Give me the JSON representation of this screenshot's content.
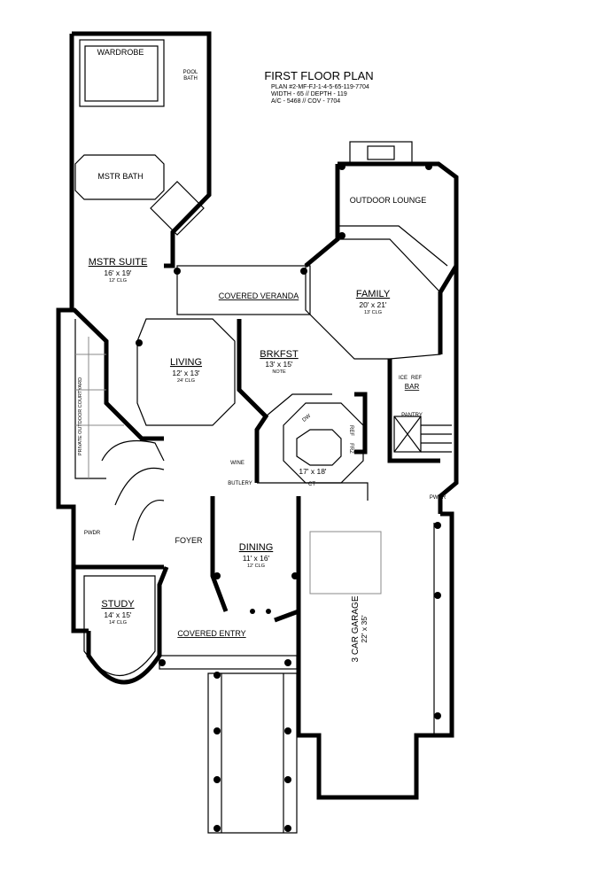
{
  "title": {
    "heading": "FIRST FLOOR PLAN",
    "plan": "PLAN #2-MF-FJ-1-4-5-65-119-7704",
    "size": "WIDTH - 65 // DEPTH - 119",
    "area": "A/C - 5468 // COV - 7704"
  },
  "rooms": {
    "wardrobe": "WARDROBE",
    "pool_bath": "POOL",
    "pool_bath2": "BATH",
    "mstr_bath": "MSTR BATH",
    "outdoor_lounge": "OUTDOOR LOUNGE",
    "mstr_suite": {
      "name": "MSTR SUITE",
      "dim": "16' x 19'",
      "clg": "12' CLG"
    },
    "covered_veranda": "COVERED VERANDA",
    "family": {
      "name": "FAMILY",
      "dim": "20' x 21'",
      "clg": "13' CLG"
    },
    "living": {
      "name": "LIVING",
      "dim": "12' x 13'",
      "clg": "24' CLG"
    },
    "brkfst": {
      "name": "BRKFST",
      "dim": "13' x 15'",
      "clg": "NOTE"
    },
    "bar": {
      "name": "BAR",
      "ice": "ICE",
      "ref": "REF"
    },
    "pantry": "PANTRY",
    "courtyard": "PRIVATE OUTDOOR COURTYARD",
    "kitchen": {
      "dim": "17' x 18'",
      "dw": "DW",
      "ref": "REF",
      "frz": "FRZ",
      "ct": "CT"
    },
    "wine": "WINE",
    "butlery": "BUTLERY",
    "pwdr_left": "PWDR",
    "pwdr_right": "PWDR",
    "foyer": "FOYER",
    "dining": {
      "name": "DINING",
      "dim": "11' x 16'",
      "clg": "12' CLG"
    },
    "study": {
      "name": "STUDY",
      "dim": "14' x 15'",
      "clg": "14' CLG"
    },
    "garage": {
      "name": "3 CAR GARAGE",
      "dim": "22' x 35'"
    },
    "covered_entry": "COVERED ENTRY"
  }
}
